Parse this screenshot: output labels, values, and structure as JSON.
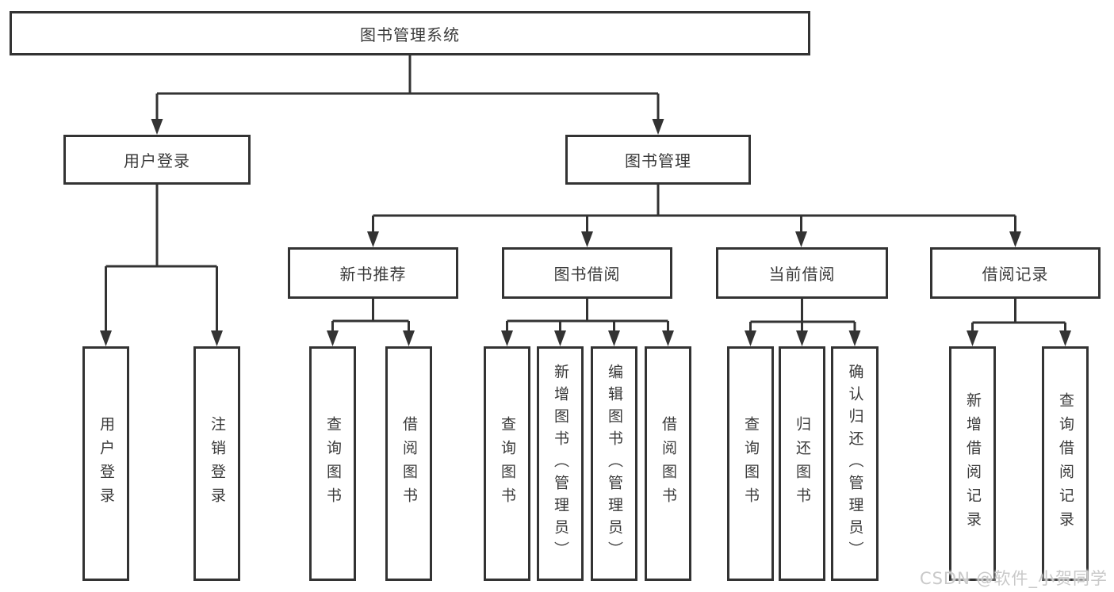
{
  "diagram": {
    "root": {
      "label": "图书管理系统"
    },
    "level2": [
      {
        "label": "用户登录"
      },
      {
        "label": "图书管理"
      }
    ],
    "level3": [
      {
        "label": "新书推荐"
      },
      {
        "label": "图书借阅"
      },
      {
        "label": "当前借阅"
      },
      {
        "label": "借阅记录"
      }
    ],
    "leaves": {
      "user_login": [
        {
          "label": "用户登录"
        },
        {
          "label": "注销登录"
        }
      ],
      "new_book": [
        {
          "label": "查询图书"
        },
        {
          "label": "借阅图书"
        }
      ],
      "book_borrow": [
        {
          "label": "查询图书"
        },
        {
          "label": "新增图书（管理员）"
        },
        {
          "label": "编辑图书（管理员）"
        },
        {
          "label": "借阅图书"
        }
      ],
      "current_borrow": [
        {
          "label": "查询图书"
        },
        {
          "label": "归还图书"
        },
        {
          "label": "确认归还（管理员）"
        }
      ],
      "borrow_record": [
        {
          "label": "新增借阅记录"
        },
        {
          "label": "查询借阅记录"
        }
      ]
    },
    "watermark": "CSDN @软件_小贺同学",
    "colors": {
      "line": "#333333",
      "text": "#3a3a3a",
      "box_background": "#ffffff",
      "page_background": "#ffffff",
      "watermark": "#c9c9c9"
    }
  }
}
